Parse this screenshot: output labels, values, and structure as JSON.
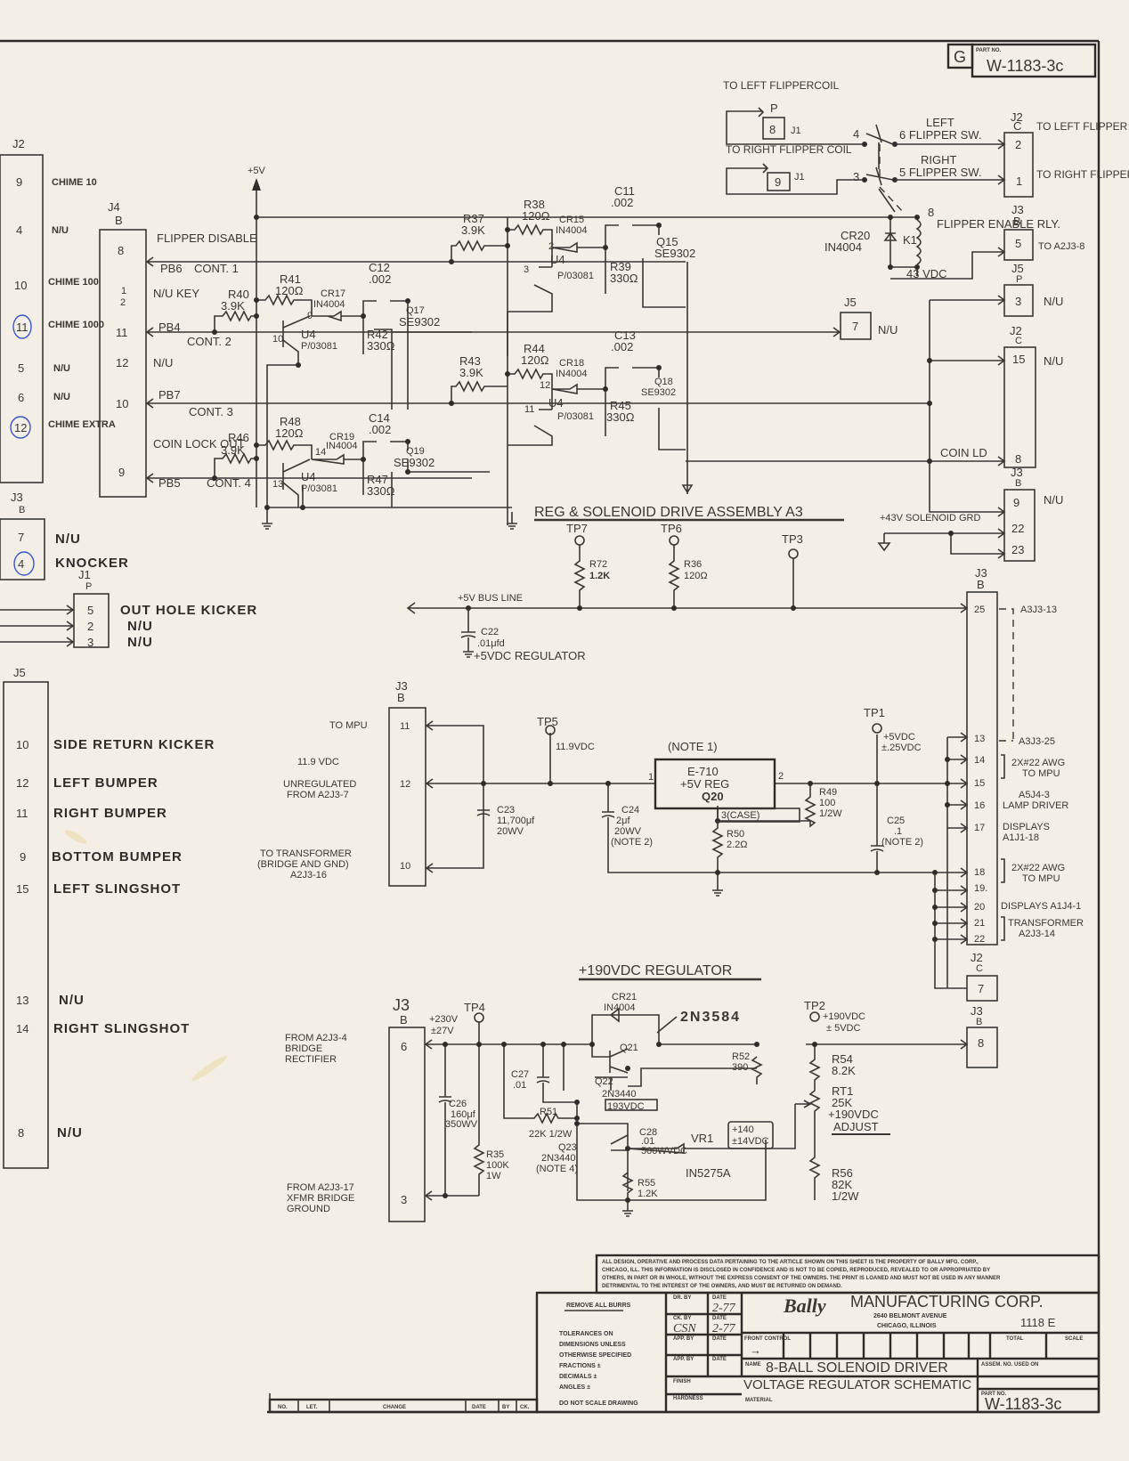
{
  "title_block": {
    "part_no_label": "PART NO.",
    "part_no": "W-1183-3c",
    "revision": "G",
    "company": "MANUFACTURING CORP.",
    "brand": "Bally",
    "address_line1": "2640 BELMONT AVENUE",
    "address_line2": "CHICAGO, ILLINOIS",
    "model": "1118 E",
    "name_label": "NAME",
    "name_line1": "8-BALL SOLENOID DRIVER",
    "name_line2": "VOLTAGE REGULATOR SCHEMATIC",
    "material_label": "MATERIAL",
    "assem_label": "ASSEM. NO. USED ON",
    "total_label": "TOTAL",
    "scale_label": "SCALE",
    "front_control_label": "FRONT CONTROL",
    "dr_by_label": "DR. BY",
    "dr_by_date": "2-77",
    "ck_by_label": "CK. BY",
    "ck_by": "CSN",
    "ck_by_date": "2-77",
    "app_by_label": "APP. BY",
    "date_label": "DATE",
    "finish_label": "FINISH",
    "hardness_label": "HARDNESS",
    "remove_burrs": "REMOVE ALL BURRS",
    "tolerances": [
      "TOLERANCES ON",
      "DIMENSIONS UNLESS",
      "OTHERWISE SPECIFIED",
      "FRACTIONS ±",
      "DECIMALS ±",
      "ANGLES ±"
    ],
    "do_not_scale": "DO NOT SCALE DRAWING",
    "proprietary_notice": [
      "ALL DESIGN, OPERATIVE AND PROCESS DATA PERTAINING TO THE ARTICLE SHOWN ON THIS SHEET IS THE PROPERTY OF BALLY MFG. CORP.,",
      "CHICAGO, ILL. THIS INFORMATION IS DISCLOSED IN CONFIDENCE AND IS NOT TO BE COPIED, REPRODUCED, REVEALED TO OR APPROPRIATED BY",
      "OTHERS, IN PART OR IN WHOLE, WITHOUT THE EXPRESS CONSENT OF THE OWNERS. THE PRINT IS LOANED AND MUST NOT BE USED IN ANY MANNER",
      "DETRIMENTAL TO THE INTEREST OF THE OWNERS, AND MUST BE RETURNED ON DEMAND."
    ],
    "revision_cols": [
      "NO.",
      "LET.",
      "CHANGE",
      "DATE",
      "BY",
      "CK."
    ]
  },
  "left_labels": {
    "j2_title": "J2",
    "j2_pins": [
      {
        "pin": "9",
        "label": "CHIME 10"
      },
      {
        "pin": "4",
        "label": "N/U"
      },
      {
        "pin": "10",
        "label": "CHIME 100"
      },
      {
        "pin": "11",
        "label": "CHIME 1000"
      },
      {
        "pin": "5",
        "label": "N/U"
      },
      {
        "pin": "6",
        "label": "N/U"
      },
      {
        "pin": "12",
        "label": "CHIME EXTRA"
      }
    ],
    "j3_title": "J3",
    "j3_sub": "B",
    "j3_pins": [
      {
        "pin": "7",
        "label": "N/U"
      },
      {
        "pin": "4",
        "label": "KNOCKER"
      }
    ],
    "j1_title": "J1",
    "j1_sub": "P",
    "j1_pins": [
      {
        "pin": "5",
        "label": "OUT HOLE KICKER"
      },
      {
        "pin": "2",
        "label": "N/U"
      },
      {
        "pin": "3",
        "label": "N/U"
      }
    ],
    "j5_title": "J5",
    "j5_pins": [
      {
        "pin": "10",
        "label": "SIDE RETURN KICKER"
      },
      {
        "pin": "12",
        "label": "LEFT BUMPER"
      },
      {
        "pin": "11",
        "label": "RIGHT BUMPER"
      },
      {
        "pin": "9",
        "label": "BOTTOM BUMPER"
      },
      {
        "pin": "15",
        "label": "LEFT SLINGSHOT"
      },
      {
        "pin": "13",
        "label": "N/U"
      },
      {
        "pin": "14",
        "label": "RIGHT SLINGSHOT"
      },
      {
        "pin": "8",
        "label": "N/U"
      }
    ]
  },
  "j4": {
    "title": "J4",
    "sub": "B",
    "pins": [
      "8",
      "1",
      "2",
      "11",
      "12",
      "10",
      "9"
    ],
    "signals": {
      "flipper_disable": "FLIPPER DISABLE",
      "pb6": "PB6",
      "cont1": "CONT. 1",
      "nu_key": "N/U KEY",
      "pb4": "PB4",
      "cont2": "CONT. 2",
      "nu": "N/U",
      "pb7": "PB7",
      "cont3": "CONT. 3",
      "coin_lock_out": "COIN LOCK OUT",
      "pb5": "PB5",
      "cont4": "CONT. 4"
    }
  },
  "components": {
    "plus5v": "+5V",
    "r37": [
      "R37",
      "3.9K"
    ],
    "r38": [
      "R38",
      "120Ω"
    ],
    "cr15": [
      "CR15",
      "IN4004"
    ],
    "c11": [
      "C11",
      ".002"
    ],
    "q15": [
      "Q15",
      "SE9302"
    ],
    "r39": [
      "R39",
      "330Ω"
    ],
    "u4a": [
      "U4",
      "P/03081"
    ],
    "r40": [
      "R40",
      "3.9K"
    ],
    "r41": [
      "R41",
      "120Ω"
    ],
    "cr17": [
      "CR17",
      "IN4004"
    ],
    "c12": [
      "C12",
      ".002"
    ],
    "q17": [
      "Q17",
      "SE9302"
    ],
    "r42": [
      "R42",
      "330Ω"
    ],
    "u4b": [
      "U4",
      "P/03081"
    ],
    "r43": [
      "R43",
      "3.9K"
    ],
    "r44": [
      "R44",
      "120Ω"
    ],
    "cr18": [
      "CR18",
      "IN4004"
    ],
    "c13": [
      "C13",
      ".002"
    ],
    "q18": [
      "Q18",
      "SE9302"
    ],
    "r45": [
      "R45",
      "330Ω"
    ],
    "u4c": [
      "U4",
      "P/03081"
    ],
    "r46": [
      "R46",
      "3.9K"
    ],
    "r48": [
      "R48",
      "120Ω"
    ],
    "cr19": [
      "CR19",
      "IN4004"
    ],
    "c14": [
      "C14",
      ".002"
    ],
    "q19": [
      "Q19",
      "SE9302"
    ],
    "r47": [
      "R47",
      "330Ω"
    ],
    "u4d": [
      "U4",
      "P/03081"
    ],
    "u4_pins": [
      "2",
      "3",
      "9",
      "10",
      "12",
      "11",
      "14",
      "13"
    ]
  },
  "flipper": {
    "left_coil": "TO LEFT FLIPPERCOIL",
    "p": "P",
    "j1": "J1",
    "pin8": "8",
    "right_coil": "TO RIGHT FLIPPER COIL",
    "pin9": "9",
    "sw_left": "LEFT",
    "sw_left2": "6 FLIPPER SW.",
    "sw_right": "RIGHT",
    "sw_right2": "5 FLIPPER SW.",
    "n4": "4",
    "n3": "3",
    "n8": "8",
    "j2c": "J2",
    "c": "C",
    "pin2": "2",
    "pin1": "1",
    "to_left_btn": "TO LEFT FLIPPER BUTTON",
    "to_right_btn": "TO RIGHT FLIPPER BUTTON",
    "cr20": [
      "CR20",
      "IN4004"
    ],
    "k1": "K1",
    "relay": "FLIPPER ENABLE RLY.",
    "vdc43": "43 VDC",
    "j3b": "J3",
    "b": "B",
    "pin5": "5",
    "to_a2j3": "TO A2J3-8"
  },
  "right_connectors": {
    "j5p": "J5",
    "p": "P",
    "pin3": "3",
    "nu": "N/U",
    "j5_7": "7",
    "j5_label": "J5",
    "j2c": "J2",
    "c": "C",
    "pin15": "15",
    "pin8": "8",
    "coin_ld": "COIN LD",
    "j3b": "J3",
    "b": "B",
    "pin9": "9",
    "pin22": "22",
    "pin23": "23",
    "solenoid_grd": "+43V SOLENOID GRD"
  },
  "assembly": {
    "title": "REG & SOLENOID DRIVE ASSEMBLY A3",
    "tp7": "TP7",
    "tp6": "TP6",
    "tp3": "TP3",
    "r72": [
      "R72",
      "1.2K"
    ],
    "r36": [
      "R36",
      "120Ω"
    ],
    "bus": "+5V BUS LINE",
    "c22": [
      "C22",
      ".01μfd"
    ],
    "reg5": "+5VDC REGULATOR",
    "pin25": "25",
    "a3j3_13": "A3J3-13"
  },
  "reg5": {
    "j3": "J3",
    "b": "B",
    "pins": [
      "11",
      "12",
      "10"
    ],
    "to_mpu": "TO MPU",
    "v119": "11.9 VDC",
    "unreg": "UNREGULATED",
    "from_a2j3_7": "FROM A2J3-7",
    "to_xfmr": "TO TRANSFORMER",
    "bridge_gnd": "(BRIDGE AND GND)",
    "a2j3_16": "A2J3-16",
    "tp5": "TP5",
    "tp5_v": "11.9VDC",
    "c23": [
      "C23",
      "11,700μf",
      "20WV"
    ],
    "note1": "(NOTE 1)",
    "reg_name": "E-710",
    "reg_desc": "+5V REG",
    "reg_q": "Q20",
    "pin1": "1",
    "pin2": "2",
    "case": "3(CASE)",
    "c24": [
      "C24",
      "2μf",
      "20WV",
      "(NOTE 2)"
    ],
    "r50": [
      "R50",
      "2.2Ω"
    ],
    "r49": [
      "R49",
      "100",
      "1/2W"
    ],
    "tp1": "TP1",
    "tp1_v": [
      "+5VDC",
      "±.25VDC"
    ],
    "c25": [
      "C25",
      ".1",
      "(NOTE 2)"
    ],
    "right_pins": [
      "13",
      "14",
      "15",
      "16",
      "17",
      "18",
      "19.",
      "20",
      "21",
      "22"
    ],
    "a3j3_25": "A3J3-25",
    "awg1": [
      "2X#22 AWG",
      "TO MPU"
    ],
    "lamp": [
      "A5J4-3",
      "LAMP DRIVER"
    ],
    "disp1": [
      "DISPLAYS",
      "A1J1-18"
    ],
    "awg2": [
      "2X#22 AWG",
      "TO MPU"
    ],
    "disp2": "DISPLAYS A1J4-1",
    "xfmr": [
      "TRANSFORMER",
      "A2J3-14"
    ],
    "j2c": "J2",
    "c": "C",
    "pin7": "7",
    "j3b": "J3",
    "b2": "B",
    "pin8": "8"
  },
  "reg190": {
    "title": "+190VDC REGULATOR",
    "j3": "J3",
    "b": "B",
    "pin6": "6",
    "pin3": "3",
    "from_a2j3_4": [
      "FROM A2J3-4",
      "BRIDGE",
      "RECTIFIER"
    ],
    "from_a2j3_17": [
      "FROM A2J3-17",
      "XFMR BRIDGE",
      "GROUND"
    ],
    "tp4": "TP4",
    "tp4_v": [
      "+230V",
      "±27V"
    ],
    "c26": [
      "C26",
      "160μf",
      "350WV"
    ],
    "r35": [
      "R35",
      "100K",
      "1W"
    ],
    "c27": [
      "C27",
      ".01"
    ],
    "cr21": [
      "CR21",
      "IN4004"
    ],
    "q21_type": "2N3584",
    "q21": "Q21",
    "q22": "Q22",
    "q22_type": "2N3440",
    "v193": "193VDC",
    "r51": [
      "R51",
      "22K 1/2W"
    ],
    "q23": [
      "Q23",
      "2N3440",
      "(NOTE 4)"
    ],
    "c28": [
      "C28",
      ".01",
      "500WVDC"
    ],
    "vr1": "VR1",
    "vr1_type": "IN5275A",
    "vr1_v": [
      "+140",
      "±14VDC"
    ],
    "r55": [
      "R55",
      "1.2K"
    ],
    "r52": [
      "R52",
      "390"
    ],
    "tp2": "TP2",
    "tp2_v": [
      "+190VDC",
      "± 5VDC"
    ],
    "r54": [
      "R54",
      "8.2K"
    ],
    "rt1": [
      "RT1",
      "25K",
      "+190VDC",
      "ADJUST"
    ],
    "r56": [
      "R56",
      "82K",
      "1/2W"
    ]
  }
}
